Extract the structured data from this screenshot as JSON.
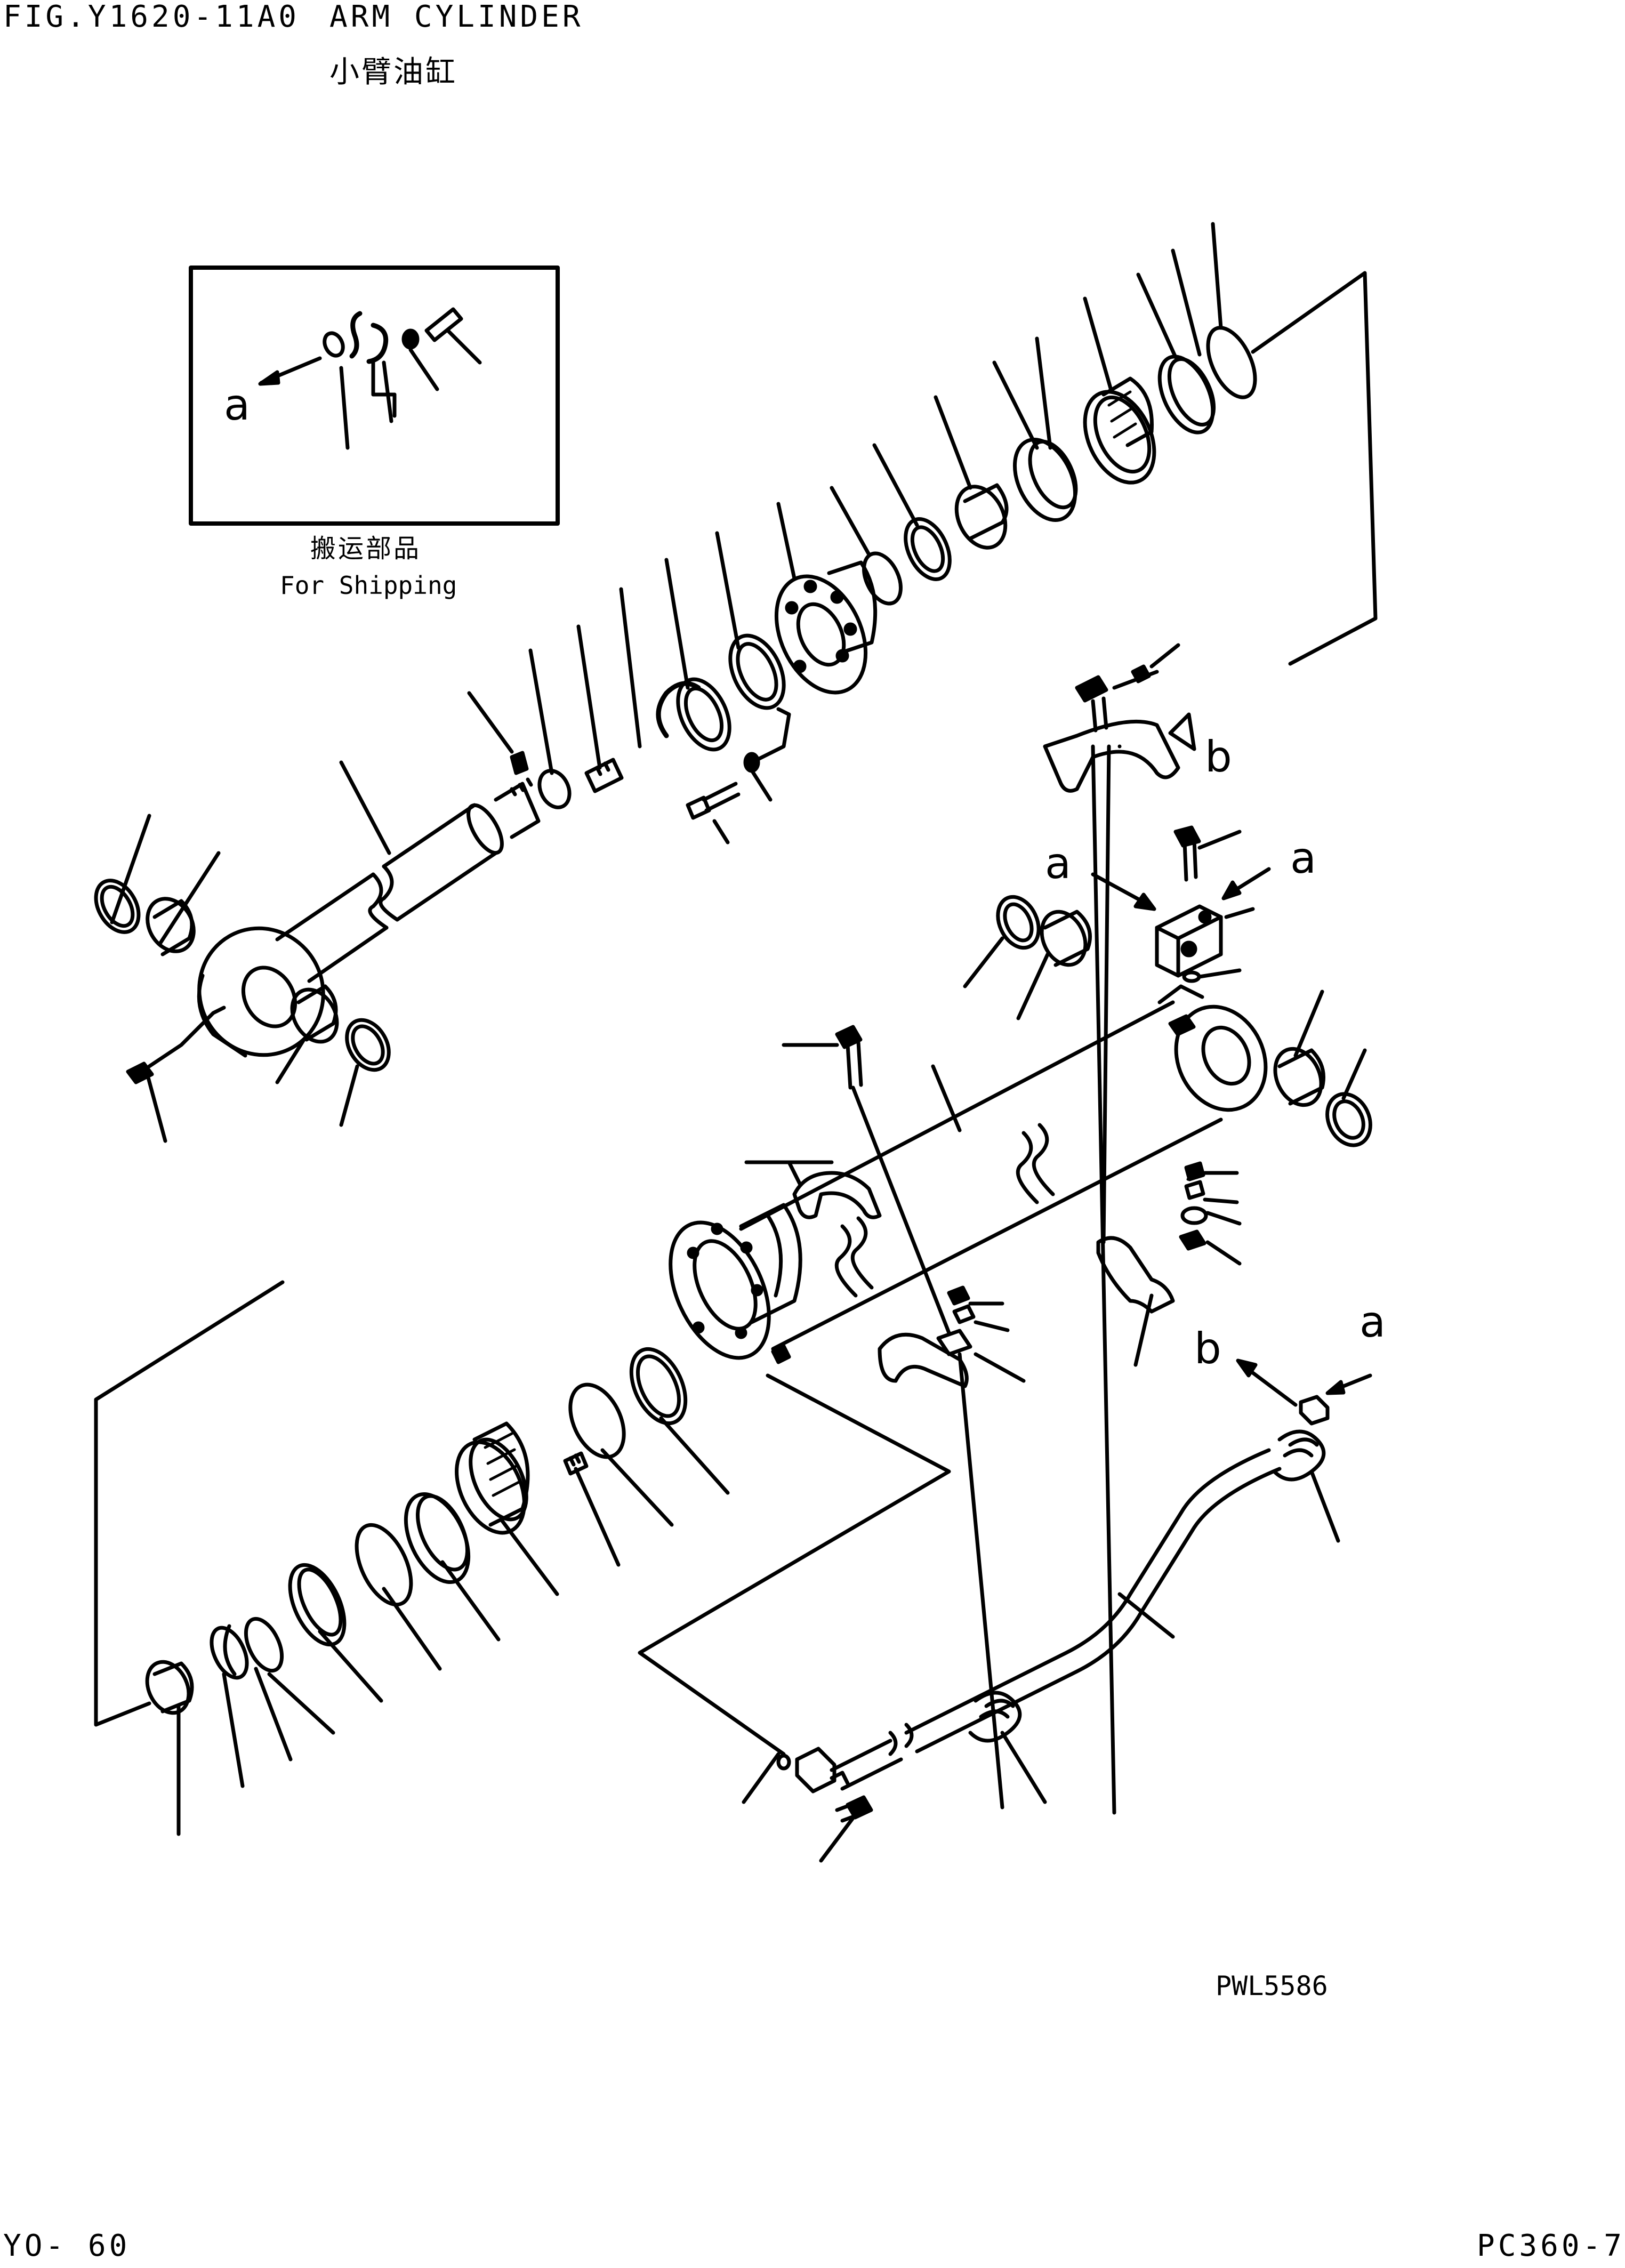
{
  "header": {
    "figure_number": "FIG.Y1620-11A0",
    "title": "ARM CYLINDER",
    "title_cn": "小臂油缸"
  },
  "inset": {
    "caption_cn": "搬运部品",
    "caption_en": "For Shipping",
    "callout": "a"
  },
  "callouts": {
    "a1": "a",
    "a2": "a",
    "a3": "a",
    "b1": "b",
    "b2": "b"
  },
  "drawing_code": "PWL5586",
  "footer": {
    "page": "YO-  60",
    "model": "PC360-7"
  }
}
